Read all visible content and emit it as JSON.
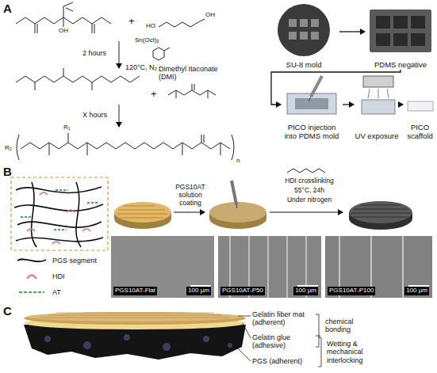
{
  "diagram": {
    "nodes": [
      {
        "text": [
          "SU-8 mold"
        ]
      },
      {
        "text": [
          "PDMS negative"
        ]
      },
      {
        "text": [
          "PICO injection into PDMS mold"
        ]
      },
      {
        "text": [
          "UV exposure"
        ]
      },
      {
        "text": [
          "PICO scaffold"
        ]
      },
      {
        "text": [
          "PGS10AT-Flat",
          "100 µm"
        ]
      },
      {
        "text": [
          "PGS10AT-P50",
          "100 µm"
        ]
      },
      {
        "text": [
          "PGS10AT-P100",
          "100 µm"
        ]
      }
    ],
    "edges": [
      {
        "from": 0,
        "to": 1,
        "arrow": "to"
      },
      {
        "from": 1,
        "to": 2,
        "arrow": "to"
      },
      {
        "from": 2,
        "to": 3,
        "arrow": "to"
      },
      {
        "from": 3,
        "to": 4,
        "arrow": "to"
      }
    ],
    "labels": [
      "A",
      "OH",
      "+",
      "HO",
      "OH",
      "2 hours",
      "Sn(Oct)₂",
      "120°C, N₂",
      "Dimethyl Itaconate (DMI)",
      "+",
      "X hours",
      "R₁",
      "R₂",
      "n",
      "B",
      "PGS10AT solution coating",
      "HDI crosslinking",
      "55°C, 24h",
      "Under nitrogen",
      "C",
      "Gelatin fiber mat (adherent)",
      "Gelatin glue (adhesive)",
      "PGS (adherent)",
      "chemical bonding",
      "Wetting & mechanical interlocking"
    ],
    "legend": [
      {
        "text": "PGS segment"
      },
      {
        "text": "HDI"
      },
      {
        "text": "AT"
      }
    ]
  }
}
